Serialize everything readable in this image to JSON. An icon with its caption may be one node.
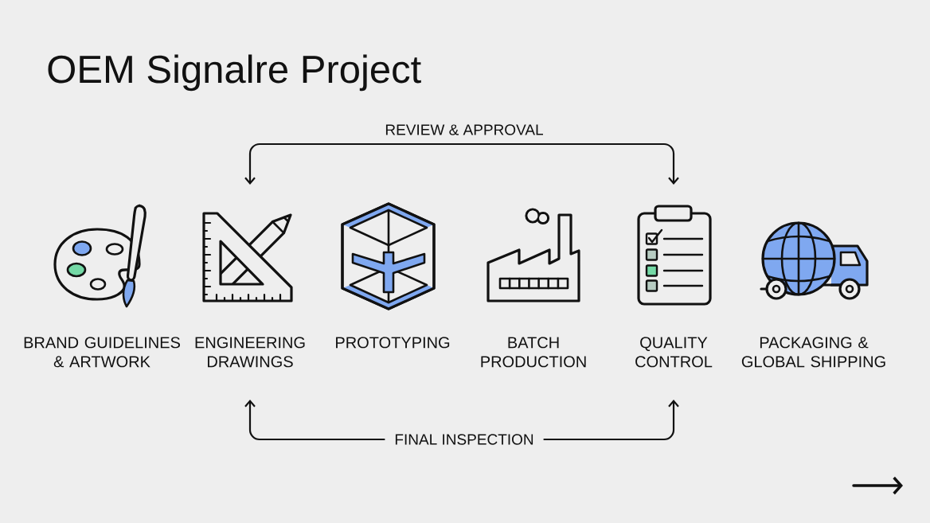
{
  "diagram": {
    "title": "OEM Signalre Project",
    "nodes": [
      {
        "text": [
          "BRAND GUIDELINES & ARTWORK"
        ]
      },
      {
        "text": [
          "ENGINEERING DRAWINGS"
        ]
      },
      {
        "text": [
          "PROTOTYPING"
        ]
      },
      {
        "text": [
          "BATCH PRODUCTION"
        ]
      },
      {
        "text": [
          "QUALITY CONTROL"
        ]
      },
      {
        "text": [
          "PACKAGING & GLOBAL SHIPPING"
        ]
      }
    ],
    "edges": [
      {
        "from": 1,
        "to": 4,
        "arrow": "both",
        "label": "REVIEW & APPROVAL"
      },
      {
        "from": 1,
        "to": 4,
        "arrow": "both",
        "label": "FINAL INSPECTION"
      }
    ]
  }
}
